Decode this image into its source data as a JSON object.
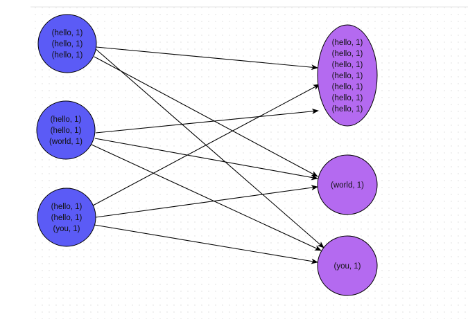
{
  "diagram": {
    "colors": {
      "source_fill": "#5b5bf6",
      "target_fill": "#b46af0",
      "stroke": "#000000",
      "grid_dot": "#d9d9d9",
      "background": "#ffffff"
    },
    "source_nodes": [
      {
        "id": "src-1",
        "lines": [
          "(hello, 1)",
          "(hello, 1)",
          "(hello, 1)"
        ]
      },
      {
        "id": "src-2",
        "lines": [
          "(hello, 1)",
          "(hello, 1)",
          "(world, 1)"
        ]
      },
      {
        "id": "src-3",
        "lines": [
          "(hello, 1)",
          "(hello, 1)",
          "(you, 1)"
        ]
      }
    ],
    "target_nodes": [
      {
        "id": "tgt-hello",
        "lines": [
          "(hello, 1)",
          "(hello, 1)",
          "(hello, 1)",
          "(hello, 1)",
          "(hello, 1)",
          "(hello, 1)",
          "(hello, 1)"
        ]
      },
      {
        "id": "tgt-world",
        "lines": [
          "(world, 1)"
        ]
      },
      {
        "id": "tgt-you",
        "lines": [
          "(you, 1)"
        ]
      }
    ],
    "edges": [
      {
        "from": "src-1",
        "to": "tgt-hello"
      },
      {
        "from": "src-1",
        "to": "tgt-world"
      },
      {
        "from": "src-1",
        "to": "tgt-you"
      },
      {
        "from": "src-2",
        "to": "tgt-hello"
      },
      {
        "from": "src-2",
        "to": "tgt-world"
      },
      {
        "from": "src-2",
        "to": "tgt-you"
      },
      {
        "from": "src-3",
        "to": "tgt-hello"
      },
      {
        "from": "src-3",
        "to": "tgt-world"
      },
      {
        "from": "src-3",
        "to": "tgt-you"
      }
    ]
  }
}
